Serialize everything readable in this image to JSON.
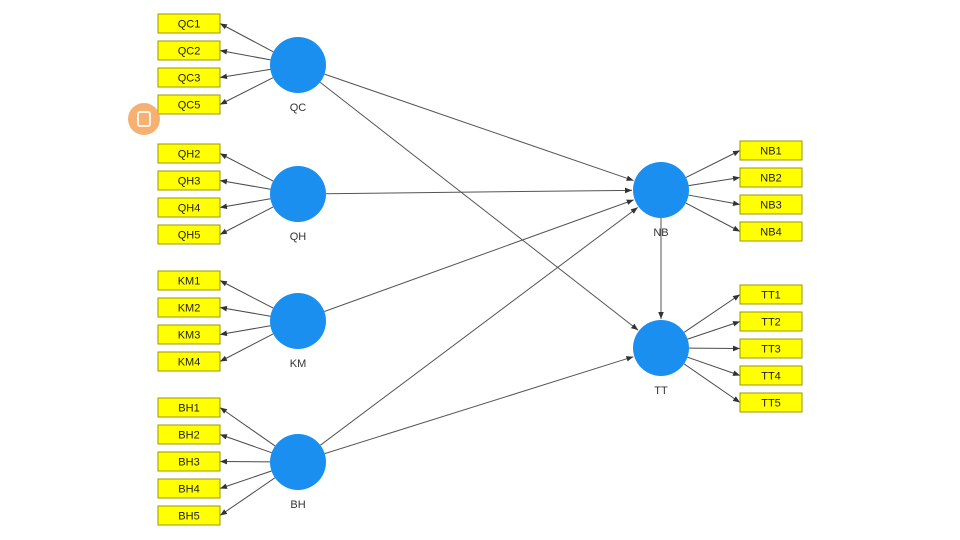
{
  "colors": {
    "indicator_fill": "#ffff00",
    "latent_fill": "#1a8fef",
    "edge": "#4a4a4a"
  },
  "latents": [
    {
      "id": "QC",
      "label": "QC",
      "indicators": [
        "QC1",
        "QC2",
        "QC3",
        "QC5"
      ]
    },
    {
      "id": "QH",
      "label": "QH",
      "indicators": [
        "QH2",
        "QH3",
        "QH4",
        "QH5"
      ]
    },
    {
      "id": "KM",
      "label": "KM",
      "indicators": [
        "KM1",
        "KM2",
        "KM3",
        "KM4"
      ]
    },
    {
      "id": "BH",
      "label": "BH",
      "indicators": [
        "BH1",
        "BH2",
        "BH3",
        "BH4",
        "BH5"
      ]
    },
    {
      "id": "NB",
      "label": "NB",
      "indicators": [
        "NB1",
        "NB2",
        "NB3",
        "NB4"
      ]
    },
    {
      "id": "TT",
      "label": "TT",
      "indicators": [
        "TT1",
        "TT2",
        "TT3",
        "TT4",
        "TT5"
      ]
    }
  ],
  "paths": [
    {
      "from": "QC",
      "to": "NB"
    },
    {
      "from": "QC",
      "to": "TT"
    },
    {
      "from": "QH",
      "to": "NB"
    },
    {
      "from": "KM",
      "to": "NB"
    },
    {
      "from": "BH",
      "to": "NB"
    },
    {
      "from": "BH",
      "to": "TT"
    },
    {
      "from": "NB",
      "to": "TT"
    }
  ],
  "logo": {
    "icon": "building-logo-icon"
  }
}
